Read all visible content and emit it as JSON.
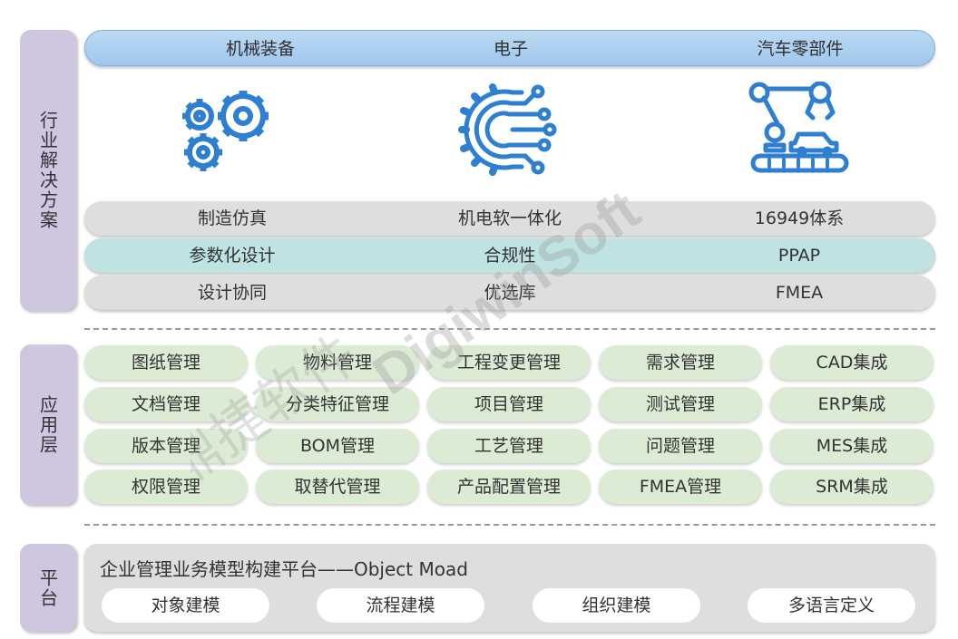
{
  "sections": {
    "industry": "行业解决方案",
    "application": "应用层",
    "platform": "平台"
  },
  "industries": [
    "机械装备",
    "电子",
    "汽车零部件"
  ],
  "icons": [
    "gears-icon",
    "circuit-chip-icon",
    "robot-assembly-line-icon"
  ],
  "solution_rows": [
    [
      "制造仿真",
      "机电软一体化",
      "16949体系"
    ],
    [
      "参数化设计",
      "合规性",
      "PPAP"
    ],
    [
      "设计协同",
      "优选库",
      "FMEA"
    ]
  ],
  "applications": [
    [
      "图纸管理",
      "物料管理",
      "工程变更管理",
      "需求管理",
      "CAD集成"
    ],
    [
      "文档管理",
      "分类特征管理",
      "项目管理",
      "测试管理",
      "ERP集成"
    ],
    [
      "版本管理",
      "BOM管理",
      "工艺管理",
      "问题管理",
      "MES集成"
    ],
    [
      "权限管理",
      "取替代管理",
      "产品配置管理",
      "FMEA管理",
      "SRM集成"
    ]
  ],
  "platform": {
    "title": "企业管理业务模型构建平台——Object Moad",
    "items": [
      "对象建模",
      "流程建模",
      "组织建模",
      "多语言定义"
    ]
  },
  "watermark": {
    "cn": "鼎捷软件",
    "en": "DigiwinSoft"
  },
  "colors": {
    "blue": "#2f7fd1",
    "industry_band": "#a9cff0",
    "teal_row": "#bfe2e3",
    "gray_row": "#dededf",
    "green_pill": "#dcebd3",
    "side_label": "#cfc6e0"
  }
}
